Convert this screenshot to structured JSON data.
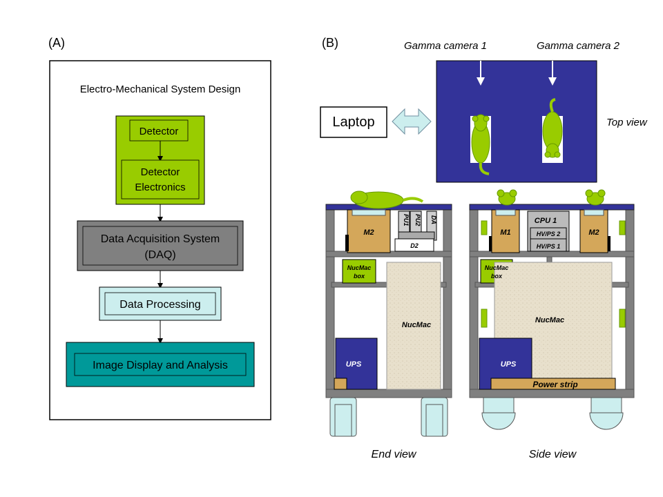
{
  "panel_a": {
    "label": "(A)",
    "title": "Electro-Mechanical System Design",
    "detector": "Detector",
    "electronics_line1": "Detector",
    "electronics_line2": "Electronics",
    "daq_line1": "Data Acquisition System",
    "daq_line2": "(DAQ)",
    "processing": "Data Processing",
    "display": "Image Display and Analysis"
  },
  "panel_b": {
    "label": "(B)",
    "camera1": "Gamma camera 1",
    "camera2": "Gamma camera 2",
    "laptop": "Laptop",
    "top_view": "Top view",
    "end_view": "End view",
    "side_view": "Side view",
    "end": {
      "m2": "M2",
      "pu1": "PU1",
      "pu2": "PU2",
      "da": "DA",
      "d2": "D2",
      "nucmac_box_line1": "NucMac",
      "nucmac_box_line2": "box",
      "nucmac": "NucMac",
      "ups": "UPS"
    },
    "side": {
      "m1": "M1",
      "m2": "M2",
      "cpu": "CPU 1",
      "hvps2": "HV/PS 2",
      "hvps1": "HV/PS 1",
      "nucmac_box_line1": "NucMac",
      "nucmac_box_line2": "box",
      "nucmac": "NucMac",
      "ups": "UPS",
      "power_strip": "Power strip"
    }
  },
  "colors": {
    "green": "#99cc00",
    "navy": "#333399",
    "grey": "#808080",
    "light_cyan": "#cceeee",
    "teal": "#009999",
    "tan": "#d4a75a",
    "beige": "#e8e0cc"
  }
}
